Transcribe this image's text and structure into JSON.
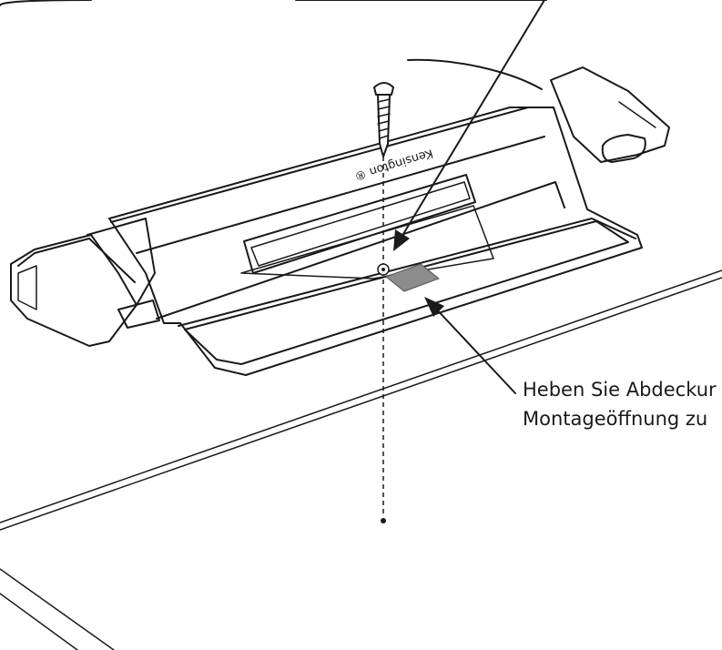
{
  "callout": {
    "line1": "Heben Sie Abdeckur",
    "line2": "Montageöffnung zu"
  },
  "device": {
    "brand_logo": "Kensington ®"
  },
  "colors": {
    "line": "#1a1a1a",
    "background": "#ffffff",
    "tab": "#8c8c8c"
  }
}
